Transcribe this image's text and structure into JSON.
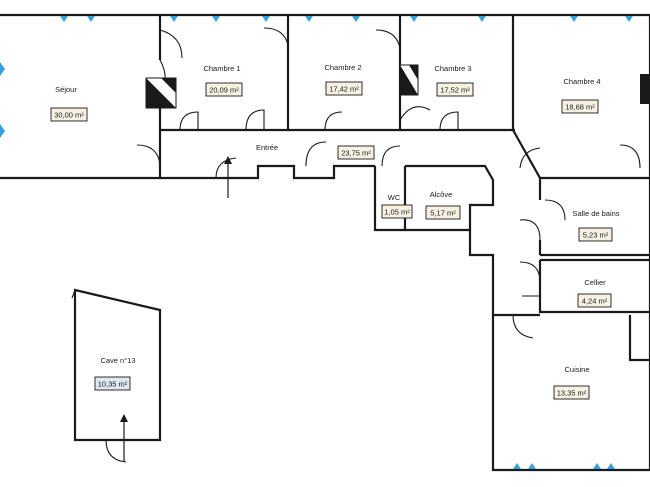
{
  "plan": {
    "rooms": [
      {
        "id": "sejour",
        "name": "Séjour",
        "area": "30,00 m²"
      },
      {
        "id": "chambre1",
        "name": "Chambre 1",
        "area": "20,09 m²"
      },
      {
        "id": "chambre2",
        "name": "Chambre 2",
        "area": "17,42 m²"
      },
      {
        "id": "chambre3",
        "name": "Chambre 3",
        "area": "17,52 m²"
      },
      {
        "id": "chambre4",
        "name": "Chambre 4",
        "area": "18,68 m²"
      },
      {
        "id": "entree",
        "name": "Entrée",
        "area": "23,75 m²"
      },
      {
        "id": "wc",
        "name": "WC",
        "area": "1,05 m²"
      },
      {
        "id": "alcove",
        "name": "Alcôve",
        "area": "5,17 m²"
      },
      {
        "id": "sdb",
        "name": "Salle de bains",
        "area": "5,23 m²"
      },
      {
        "id": "cellier",
        "name": "Cellier",
        "area": "4,24 m²"
      },
      {
        "id": "cuisine",
        "name": "Cuisine",
        "area": "13,35 m²"
      },
      {
        "id": "cave",
        "name": "Cave n°13",
        "area": "10,35 m²"
      }
    ],
    "window_color": "#3aa0d8",
    "area_box_color": "#f7f1e3",
    "cave_box_color": "#dfe7f3"
  }
}
